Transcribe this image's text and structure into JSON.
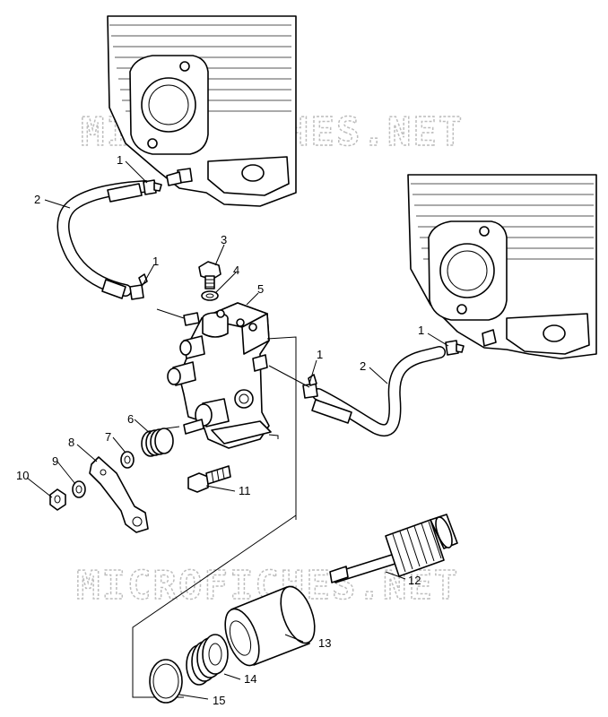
{
  "watermarks": [
    "MICROFICHES.NET",
    "MICROFICHES.NET"
  ],
  "callouts": [
    {
      "id": "c1a",
      "label": "1"
    },
    {
      "id": "c2a",
      "label": "2"
    },
    {
      "id": "c3",
      "label": "3"
    },
    {
      "id": "c1b",
      "label": "1"
    },
    {
      "id": "c4",
      "label": "4"
    },
    {
      "id": "c5",
      "label": "5"
    },
    {
      "id": "c1c",
      "label": "1"
    },
    {
      "id": "c2b",
      "label": "2"
    },
    {
      "id": "c1d",
      "label": "1"
    },
    {
      "id": "c6",
      "label": "6"
    },
    {
      "id": "c7",
      "label": "7"
    },
    {
      "id": "c8",
      "label": "8"
    },
    {
      "id": "c9",
      "label": "9"
    },
    {
      "id": "c10",
      "label": "10"
    },
    {
      "id": "c11",
      "label": "11"
    },
    {
      "id": "c12",
      "label": "12"
    },
    {
      "id": "c13",
      "label": "13"
    },
    {
      "id": "c14",
      "label": "14"
    },
    {
      "id": "c15",
      "label": "15"
    }
  ]
}
